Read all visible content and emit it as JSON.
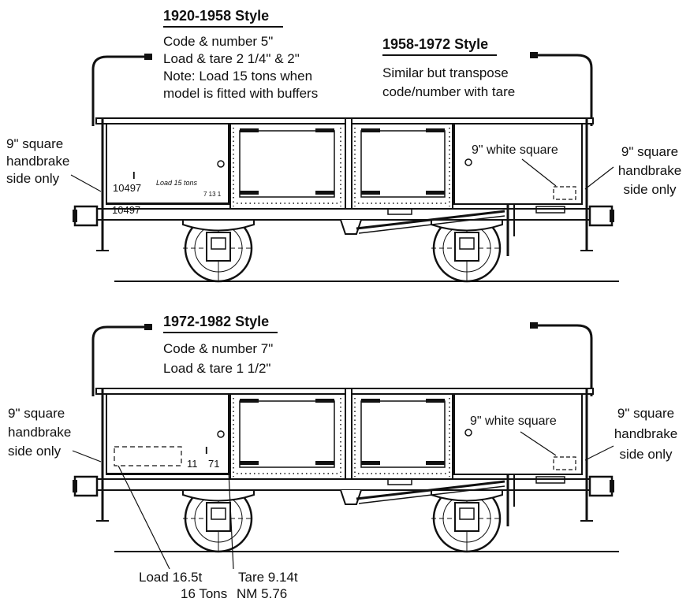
{
  "top": {
    "style1920": {
      "heading": "1920-1958 Style",
      "lines": [
        "Code & number 5\"",
        "Load & tare 2 1/4\" & 2\"",
        "Note: Load 15 tons when",
        "model is fitted with buffers"
      ]
    },
    "style1958": {
      "heading": "1958-1972 Style",
      "lines": [
        "Similar but transpose",
        "code/number with tare"
      ]
    },
    "left_note": [
      "9\" square",
      "handbrake",
      "side only"
    ],
    "right_note": [
      "9\" square",
      "handbrake",
      "side only"
    ],
    "white_square": "9\" white square",
    "markings": {
      "number1": "10497",
      "number2": "10497",
      "mark_i": "I",
      "load_script": "Load 15 tons",
      "tare_small": "7 13 1"
    }
  },
  "bottom": {
    "style1972": {
      "heading": "1972-1982 Style",
      "lines": [
        "Code & number 7\"",
        "Load & tare 1 1/2\""
      ]
    },
    "left_note": [
      "9\" square",
      "handbrake",
      "side only"
    ],
    "right_note": [
      "9\" square",
      "handbrake",
      "side only"
    ],
    "white_square": "9\" white square",
    "markings": {
      "mark_i": "I",
      "code_a": "11",
      "code_b": "71"
    },
    "footer": {
      "load": "Load 16.5t",
      "tons": "16 Tons",
      "tare": "Tare 9.14t",
      "nm": "NM 5.76"
    }
  }
}
